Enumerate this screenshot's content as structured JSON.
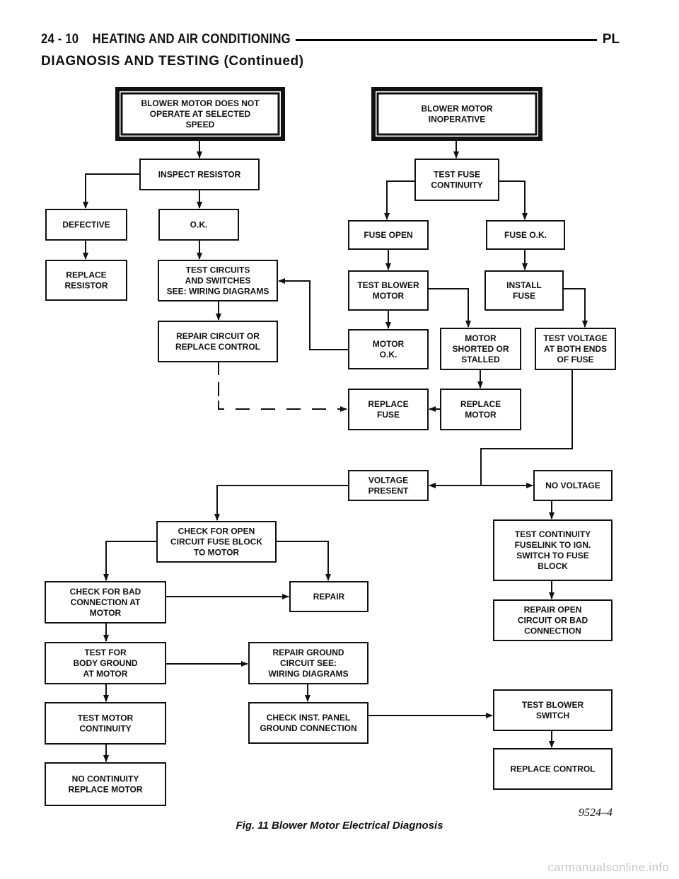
{
  "header": {
    "left": "24 - 10    HEATING AND AIR CONDITIONING",
    "right": "PL",
    "section": "DIAGNOSIS AND TESTING (Continued)"
  },
  "figure": {
    "caption": "Fig. 11 Blower Motor Electrical Diagnosis",
    "code": "9524–4"
  },
  "boxes": {
    "b1": [
      "BLOWER MOTOR DOES NOT",
      "OPERATE AT SELECTED",
      "SPEED"
    ],
    "b2": [
      "INSPECT RESISTOR"
    ],
    "b3": [
      "DEFECTIVE"
    ],
    "b4": [
      "O.K."
    ],
    "b5": [
      "REPLACE",
      "RESISTOR"
    ],
    "b6": [
      "TEST CIRCUITS",
      "AND SWITCHES",
      "SEE: WIRING DIAGRAMS"
    ],
    "b7": [
      "REPAIR CIRCUIT OR",
      "REPLACE CONTROL"
    ],
    "b8": [
      "BLOWER MOTOR",
      "INOPERATIVE"
    ],
    "b9": [
      "TEST FUSE",
      "CONTINUITY"
    ],
    "b10": [
      "FUSE OPEN"
    ],
    "b11": [
      "FUSE O.K."
    ],
    "b12": [
      "TEST BLOWER",
      "MOTOR"
    ],
    "b13": [
      "INSTALL",
      "FUSE"
    ],
    "b14": [
      "MOTOR",
      "O.K."
    ],
    "b15": [
      "MOTOR",
      "SHORTED OR",
      "STALLED"
    ],
    "b16": [
      "TEST VOLTAGE",
      "AT BOTH ENDS",
      "OF FUSE"
    ],
    "b17": [
      "REPLACE",
      "FUSE"
    ],
    "b18": [
      "REPLACE",
      "MOTOR"
    ],
    "b19": [
      "VOLTAGE",
      "PRESENT"
    ],
    "b20": [
      "NO VOLTAGE"
    ],
    "b21": [
      "CHECK FOR OPEN",
      "CIRCUIT FUSE BLOCK",
      "TO MOTOR"
    ],
    "b22": [
      "TEST CONTINUITY",
      "FUSELINK TO IGN.",
      "SWITCH TO FUSE",
      "BLOCK"
    ],
    "b23": [
      "CHECK FOR BAD",
      "CONNECTION AT",
      "MOTOR"
    ],
    "b24": [
      "REPAIR"
    ],
    "b25": [
      "REPAIR OPEN",
      "CIRCUIT OR BAD",
      "CONNECTION"
    ],
    "b26": [
      "TEST FOR",
      "BODY GROUND",
      "AT MOTOR"
    ],
    "b27": [
      "REPAIR GROUND",
      "CIRCUIT SEE:",
      "WIRING DIAGRAMS"
    ],
    "b28": [
      "TEST MOTOR",
      "CONTINUITY"
    ],
    "b29": [
      "CHECK INST. PANEL",
      "GROUND CONNECTION"
    ],
    "b30": [
      "TEST BLOWER",
      "SWITCH"
    ],
    "b31": [
      "NO CONTINUITY",
      "REPLACE MOTOR"
    ],
    "b32": [
      "REPLACE CONTROL"
    ]
  },
  "watermark": "carmanualsonline.info"
}
